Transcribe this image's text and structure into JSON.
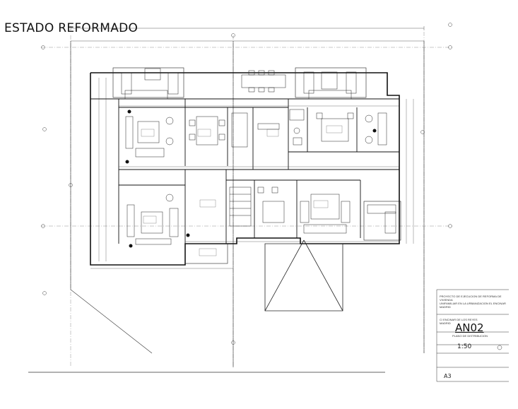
{
  "drawing": {
    "title": "ESTADO REFORMADO"
  },
  "title_block": {
    "project_text": "PROYECTO DE EJECUCION DE REFORMA DE VIVIENDA\nUNIFAMILIAR EN LA URBANIZACION EL ENCINAR\nMADRID",
    "location_text": "C/ ENCINAR DE LOS REYES\nMADRID",
    "sheet_id": "AN02",
    "sheet_desc": "PLANO DE DISTRIBUCION",
    "scale": "1:50",
    "compass_label": "A3"
  },
  "style": {
    "line_color": "#1a1a1a",
    "grid_color": "#555555",
    "paper_color": "#ffffff"
  }
}
